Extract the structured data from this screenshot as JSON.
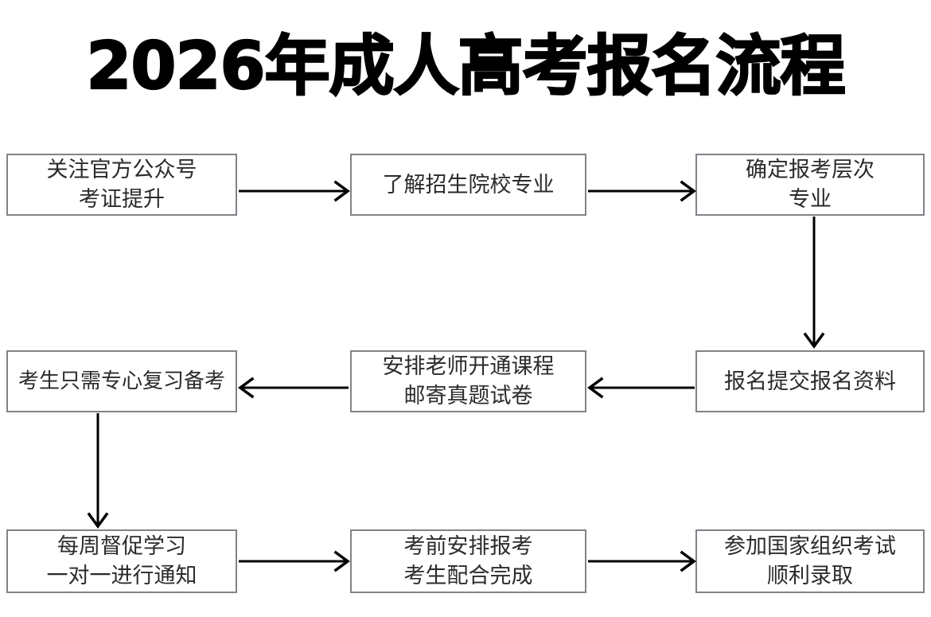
{
  "page": {
    "title": "2026年成人高考报名流程",
    "background_color": "#ffffff",
    "box_border_color": "#808389",
    "text_color": "#2b2b2b",
    "arrow_color": "#000000"
  },
  "chart_data": {
    "type": "diagram",
    "diagram_kind": "flowchart",
    "title": "2026年成人高考报名流程",
    "nodes": [
      {
        "id": "n1",
        "lines": [
          "关注官方公众号",
          "考证提升"
        ],
        "row": 1,
        "col": 1
      },
      {
        "id": "n2",
        "lines": [
          "了解招生院校专业"
        ],
        "row": 1,
        "col": 2
      },
      {
        "id": "n3",
        "lines": [
          "确定报考层次",
          "专业"
        ],
        "row": 1,
        "col": 3
      },
      {
        "id": "n4",
        "lines": [
          "考生只需专心复习备考"
        ],
        "row": 2,
        "col": 1
      },
      {
        "id": "n5",
        "lines": [
          "安排老师开通课程",
          "邮寄真题试卷"
        ],
        "row": 2,
        "col": 2
      },
      {
        "id": "n6",
        "lines": [
          "报名提交报名资料"
        ],
        "row": 2,
        "col": 3
      },
      {
        "id": "n7",
        "lines": [
          "每周督促学习",
          "一对一进行通知"
        ],
        "row": 3,
        "col": 1
      },
      {
        "id": "n8",
        "lines": [
          "考前安排报考",
          "考生配合完成"
        ],
        "row": 3,
        "col": 2
      },
      {
        "id": "n9",
        "lines": [
          "参加国家组织考试",
          "顺利录取"
        ],
        "row": 3,
        "col": 3
      }
    ],
    "edges": [
      {
        "from": "n1",
        "to": "n2",
        "direction": "right"
      },
      {
        "from": "n2",
        "to": "n3",
        "direction": "right"
      },
      {
        "from": "n3",
        "to": "n6",
        "direction": "down"
      },
      {
        "from": "n6",
        "to": "n5",
        "direction": "left"
      },
      {
        "from": "n5",
        "to": "n4",
        "direction": "left"
      },
      {
        "from": "n4",
        "to": "n7",
        "direction": "down"
      },
      {
        "from": "n7",
        "to": "n8",
        "direction": "right"
      },
      {
        "from": "n8",
        "to": "n9",
        "direction": "right"
      }
    ]
  }
}
